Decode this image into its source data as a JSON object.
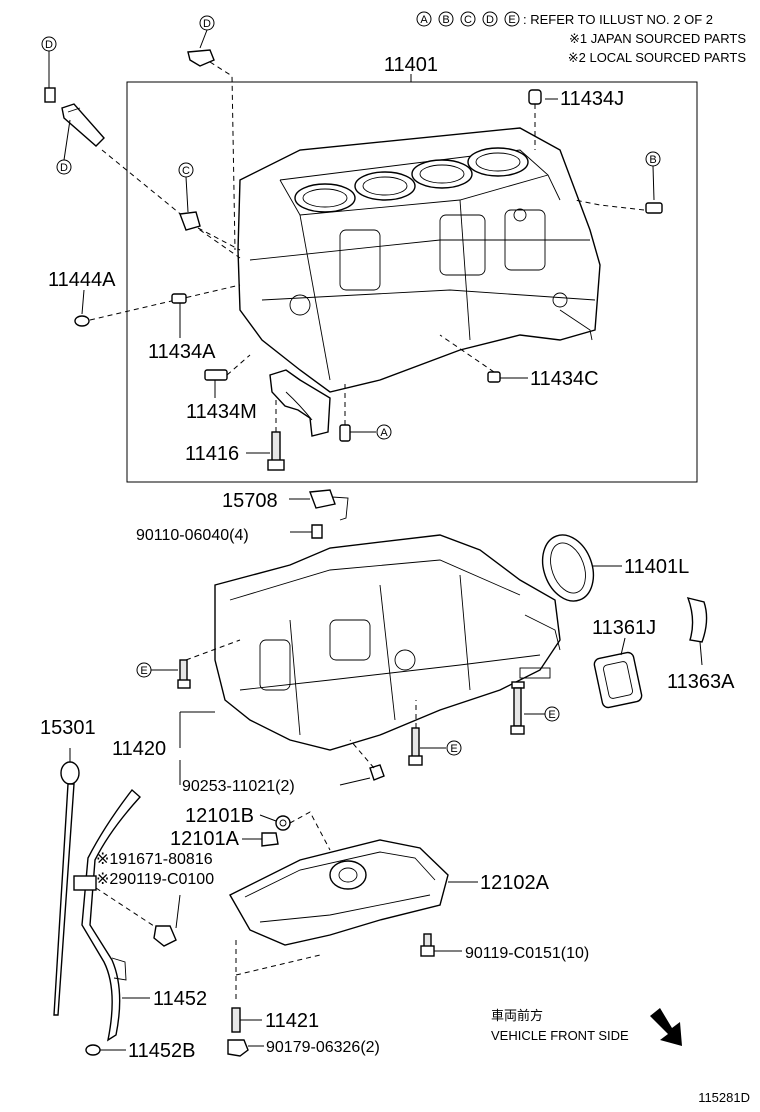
{
  "header": {
    "circle_letters": [
      "A",
      "B",
      "C",
      "D",
      "E"
    ],
    "refer_text": ": REFER TO ILLUST NO. 2 OF 2",
    "note1": "※1 JAPAN SOURCED PARTS",
    "note2": "※2 LOCAL SOURCED PARTS"
  },
  "callouts": {
    "A": "A",
    "B": "B",
    "C": "C",
    "D": "D",
    "E": "E"
  },
  "parts": {
    "p11401": "11401",
    "p11434J": "11434J",
    "p11444A": "11444A",
    "p11434A": "11434A",
    "p11434C": "11434C",
    "p11434M": "11434M",
    "p11416": "11416",
    "p15708": "15708",
    "p90110": "90110-06040(4)",
    "p11401L": "11401L",
    "p11361J": "11361J",
    "p11363A": "11363A",
    "p15301": "15301",
    "p11420": "11420",
    "p90253": "90253-11021(2)",
    "p12101B": "12101B",
    "p12101A": "12101A",
    "p191671": "※191671-80816",
    "p290119": "※290119-C0100",
    "p12102A": "12102A",
    "p90119c0151": "90119-C0151(10)",
    "p11452": "11452",
    "p11421": "11421",
    "p90179": "90179-06326(2)",
    "p11452B": "11452B"
  },
  "footer": {
    "front_jp": "車両前方",
    "front_en": "VEHICLE FRONT SIDE",
    "illust_no": "115281D"
  }
}
